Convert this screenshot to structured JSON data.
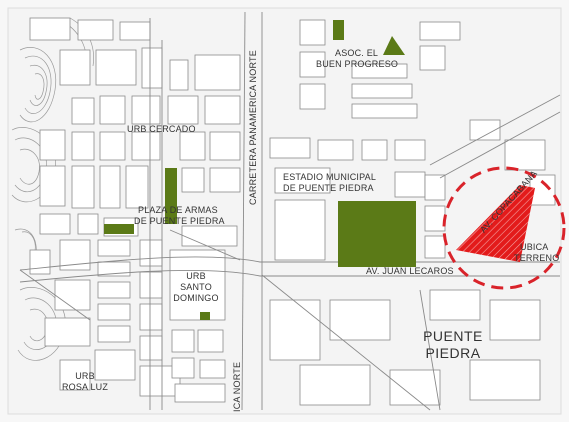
{
  "map": {
    "labels": {
      "asoc_line1": "ASOC. EL",
      "asoc_line2": "BUEN PROGRESO",
      "urb_cercado": "URB CERCADO",
      "estadio_line1": "ESTADIO MUNICIPAL",
      "estadio_line2": "DE PUENTE PIEDRA",
      "plaza_line1": "PLAZA DE ARMAS",
      "plaza_line2": "DE PUENTE PIEDRA",
      "urb_santo_line1": "URB",
      "urb_santo_line2": "SANTO",
      "urb_santo_line3": "DOMINGO",
      "urb_rosa_line1": "URB",
      "urb_rosa_line2": "ROSA LUZ",
      "carretera": "CARRETERA PANAMERICA NORTE",
      "carretera_bottom": "ICA NORTE",
      "av_juan": "AV. JUAN LECAROS",
      "av_copacabana": "AV. COPACABANA",
      "puente_line1": "PUENTE",
      "puente_line2": "PIEDRA",
      "ubicacion_line1": "UBICA",
      "ubicacion_line2": "TERRENO"
    },
    "colors": {
      "green_area": "#5b7a17",
      "site_red": "#e31b1b",
      "circle": "#d9232a",
      "street": "#999999"
    }
  }
}
